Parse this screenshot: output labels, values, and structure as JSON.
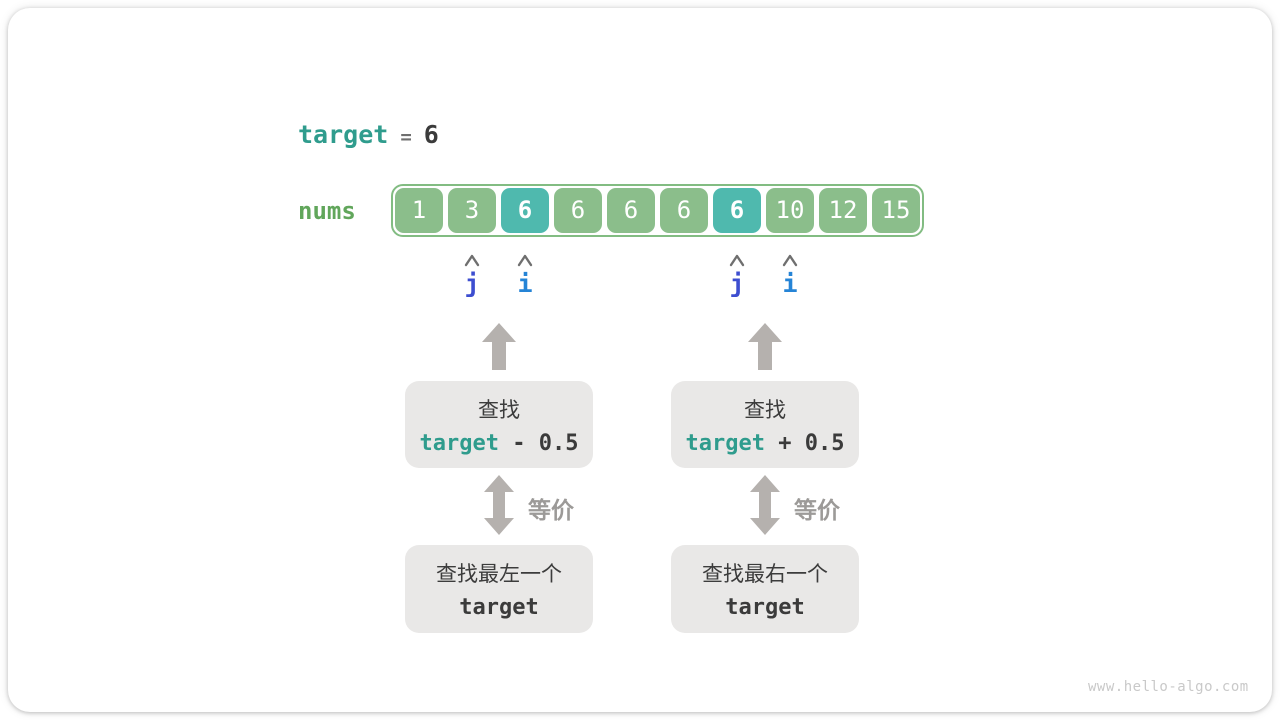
{
  "title": {
    "label": "target",
    "equals": "=",
    "value": "6"
  },
  "array": {
    "label": "nums",
    "cells": [
      "1",
      "3",
      "6",
      "6",
      "6",
      "6",
      "6",
      "10",
      "12",
      "15"
    ],
    "highlighted_indices": [
      2,
      6
    ]
  },
  "pointers": {
    "left_group": {
      "j": "j",
      "i": "i",
      "j_cell": 1,
      "i_cell": 2
    },
    "right_group": {
      "j": "j",
      "i": "i",
      "j_cell": 6,
      "i_cell": 7
    }
  },
  "flow": {
    "left": {
      "search_label": "查找",
      "expr_var": "target",
      "expr_op": "- 0.5",
      "equiv_label": "等价",
      "result_label": "查找最左一个",
      "result_var": "target"
    },
    "right": {
      "search_label": "查找",
      "expr_var": "target",
      "expr_op": "+ 0.5",
      "equiv_label": "等价",
      "result_label": "查找最右一个",
      "result_var": "target"
    }
  },
  "watermark": "www.hello-algo.com",
  "colors": {
    "accent_teal": "#2f9c8d",
    "nums_label_green": "#61a65b",
    "cell_green": "#8bbe8b",
    "cell_highlight_teal": "#4fb9ae",
    "array_border_green": "#82bc82",
    "pointer_j_blue": "#3d4ed0",
    "pointer_i_blue": "#2584d6",
    "arrow_gray": "#b5b1ae",
    "caret_gray": "#6f6f6f",
    "box_bg_gray": "#e9e8e7",
    "text_dark": "#3b3b3b",
    "equiv_gray": "#9c9a98",
    "watermark_gray": "#c9c9c9"
  }
}
